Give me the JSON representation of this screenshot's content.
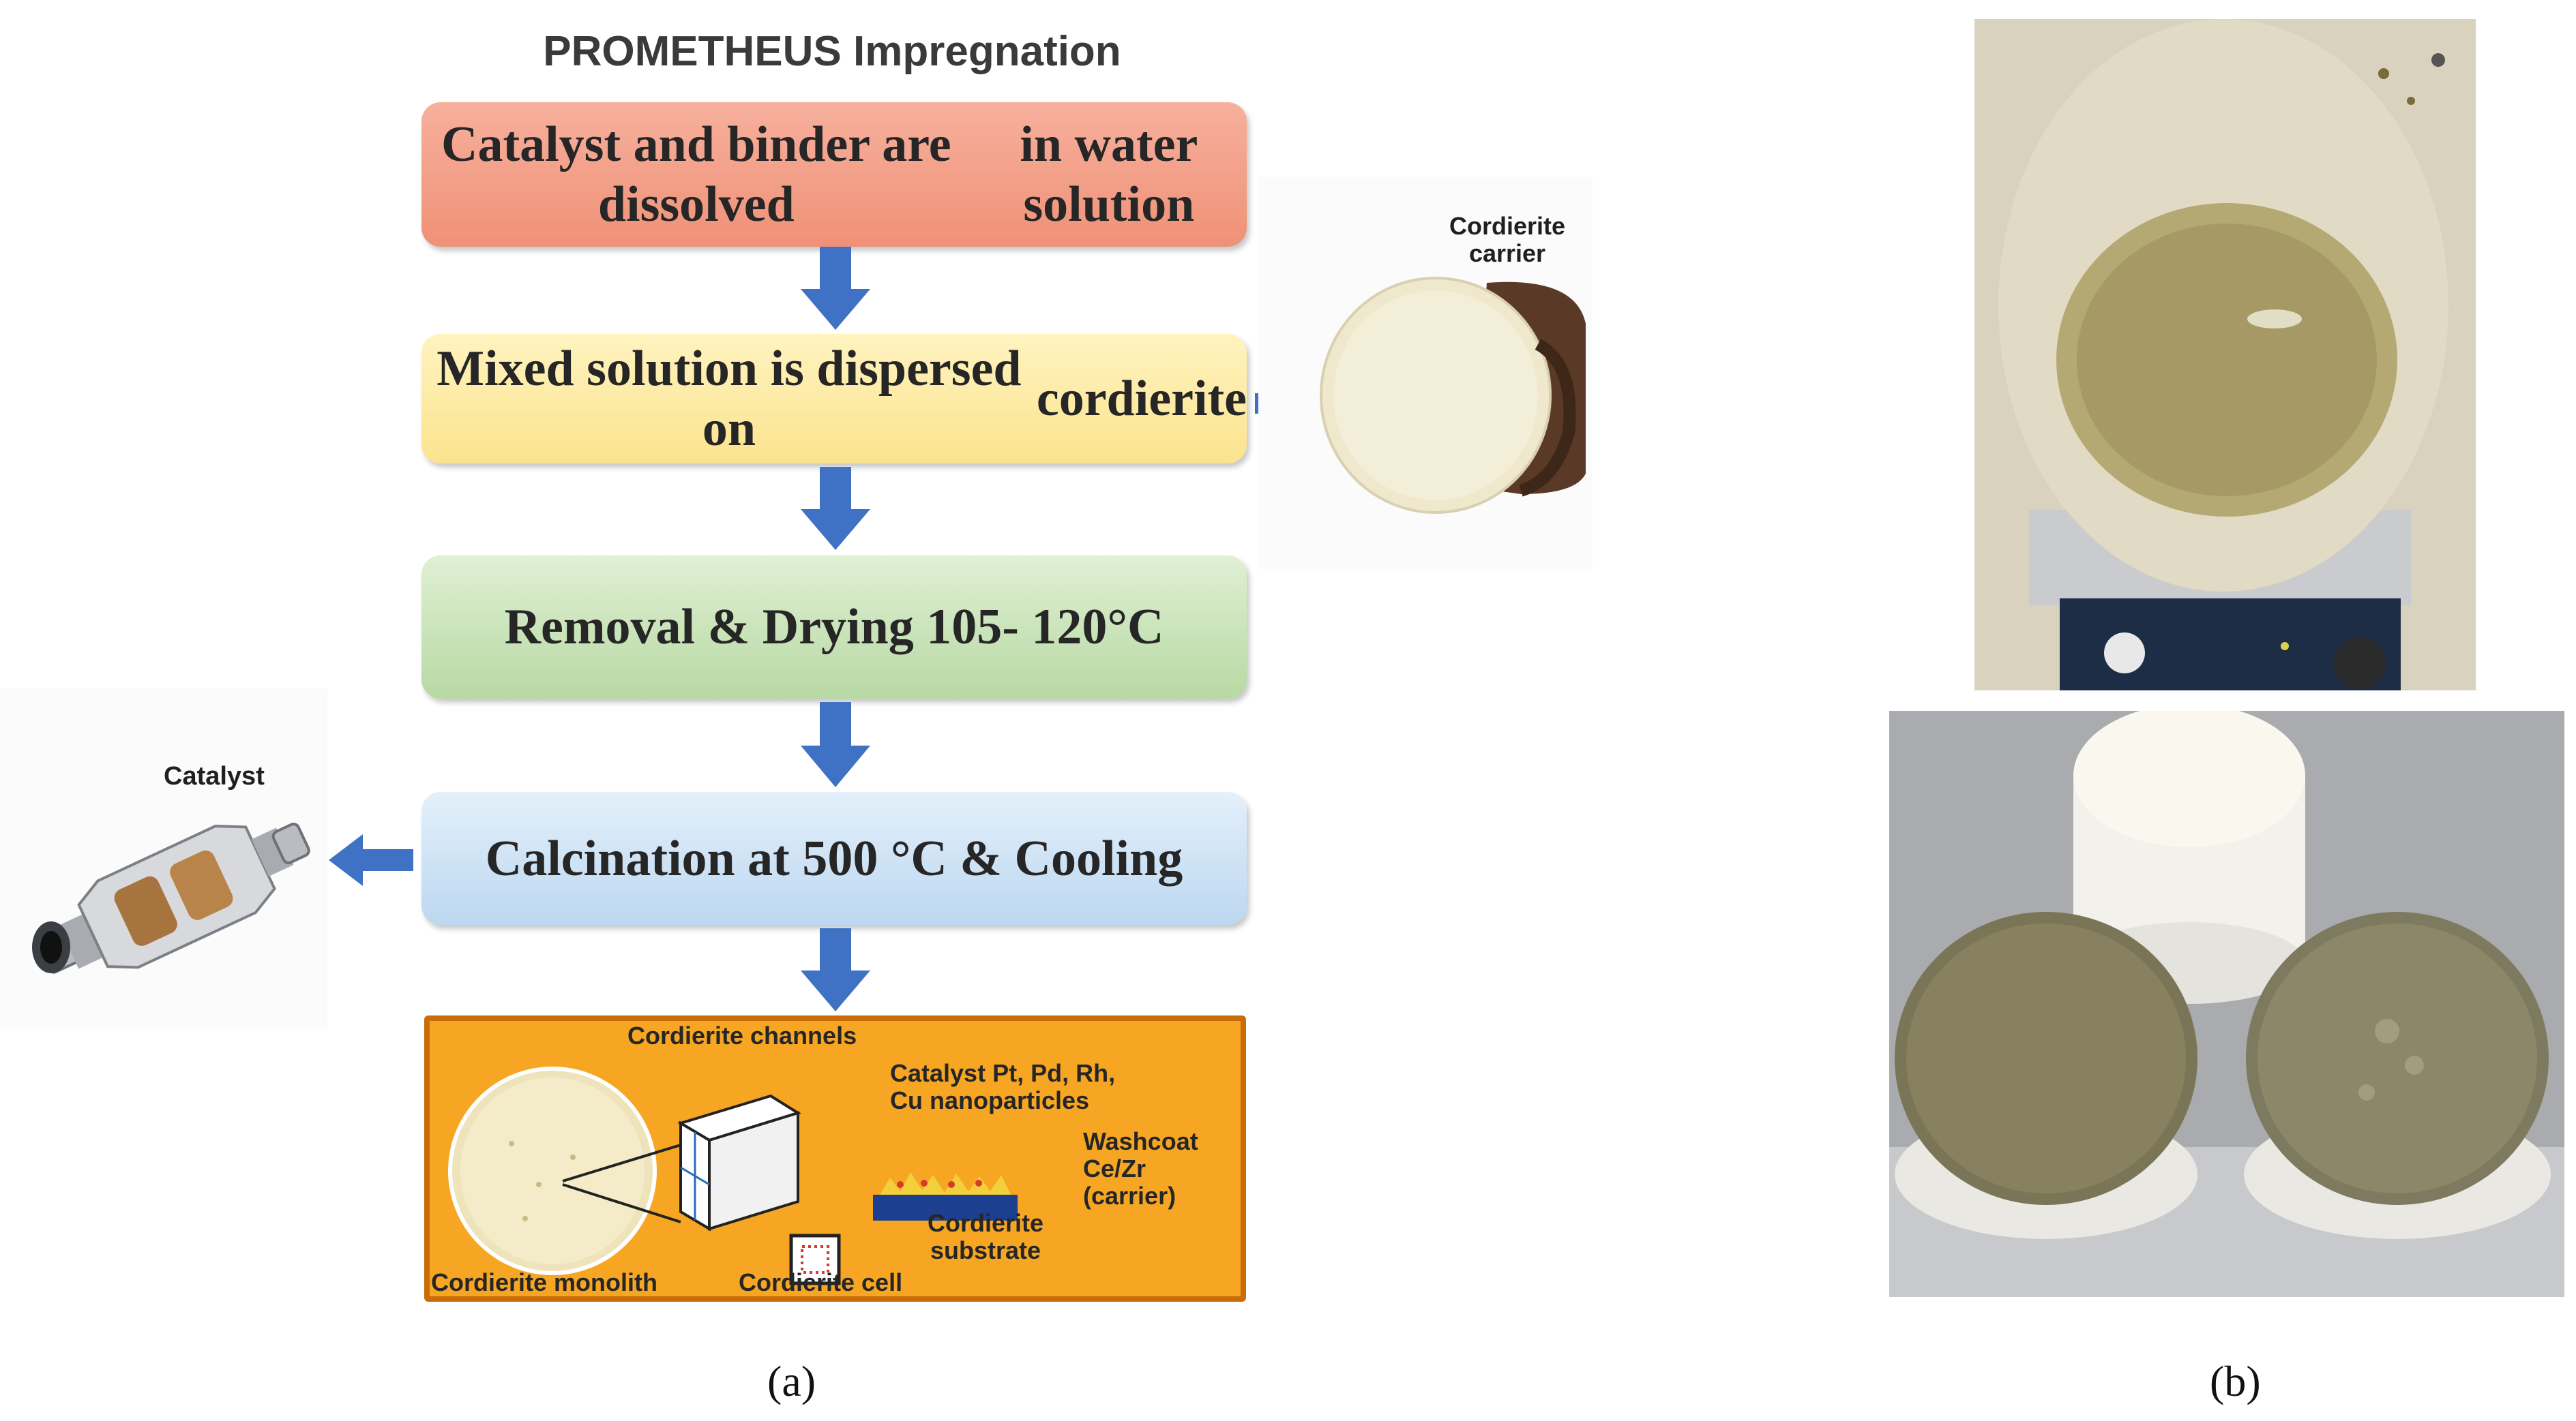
{
  "figure": {
    "title": "PROMETHEUS Impregnation",
    "steps": [
      {
        "line1": "Catalyst and binder are dissolved",
        "line2": "in water solution"
      },
      {
        "line1": "Mixed solution is dispersed on",
        "line2": "cordierite"
      },
      {
        "line1": "Removal & Drying 105- 120°C"
      },
      {
        "line1": "Calcination at 500 °C & Cooling"
      }
    ],
    "side_labels": {
      "carrier_line1": "Cordierite",
      "carrier_line2": "carrier",
      "catalyst": "Catalyst"
    },
    "panel_labels": {
      "channels": "Cordierite channels",
      "catalyst_line1": "Catalyst Pt, Pd, Rh,",
      "catalyst_line2": "Cu nanoparticles",
      "washcoat_line1": "Washcoat",
      "washcoat_line2": "Ce/Zr",
      "washcoat_line3": "(carrier)",
      "substrate_line1": "Cordierite",
      "substrate_line2": "substrate",
      "monolith": "Cordierite monolith",
      "cell": "Cordierite cell"
    },
    "captions": {
      "a": "(a)",
      "b": "(b)"
    }
  },
  "colors": {
    "arrow": "#3f72c4",
    "panel": "#f7a623",
    "washcoat": "#f3cf3c",
    "substrate": "#1d3f8f"
  },
  "icons": [
    "arrow-down-icon",
    "arrow-right-icon",
    "arrow-left-icon"
  ]
}
